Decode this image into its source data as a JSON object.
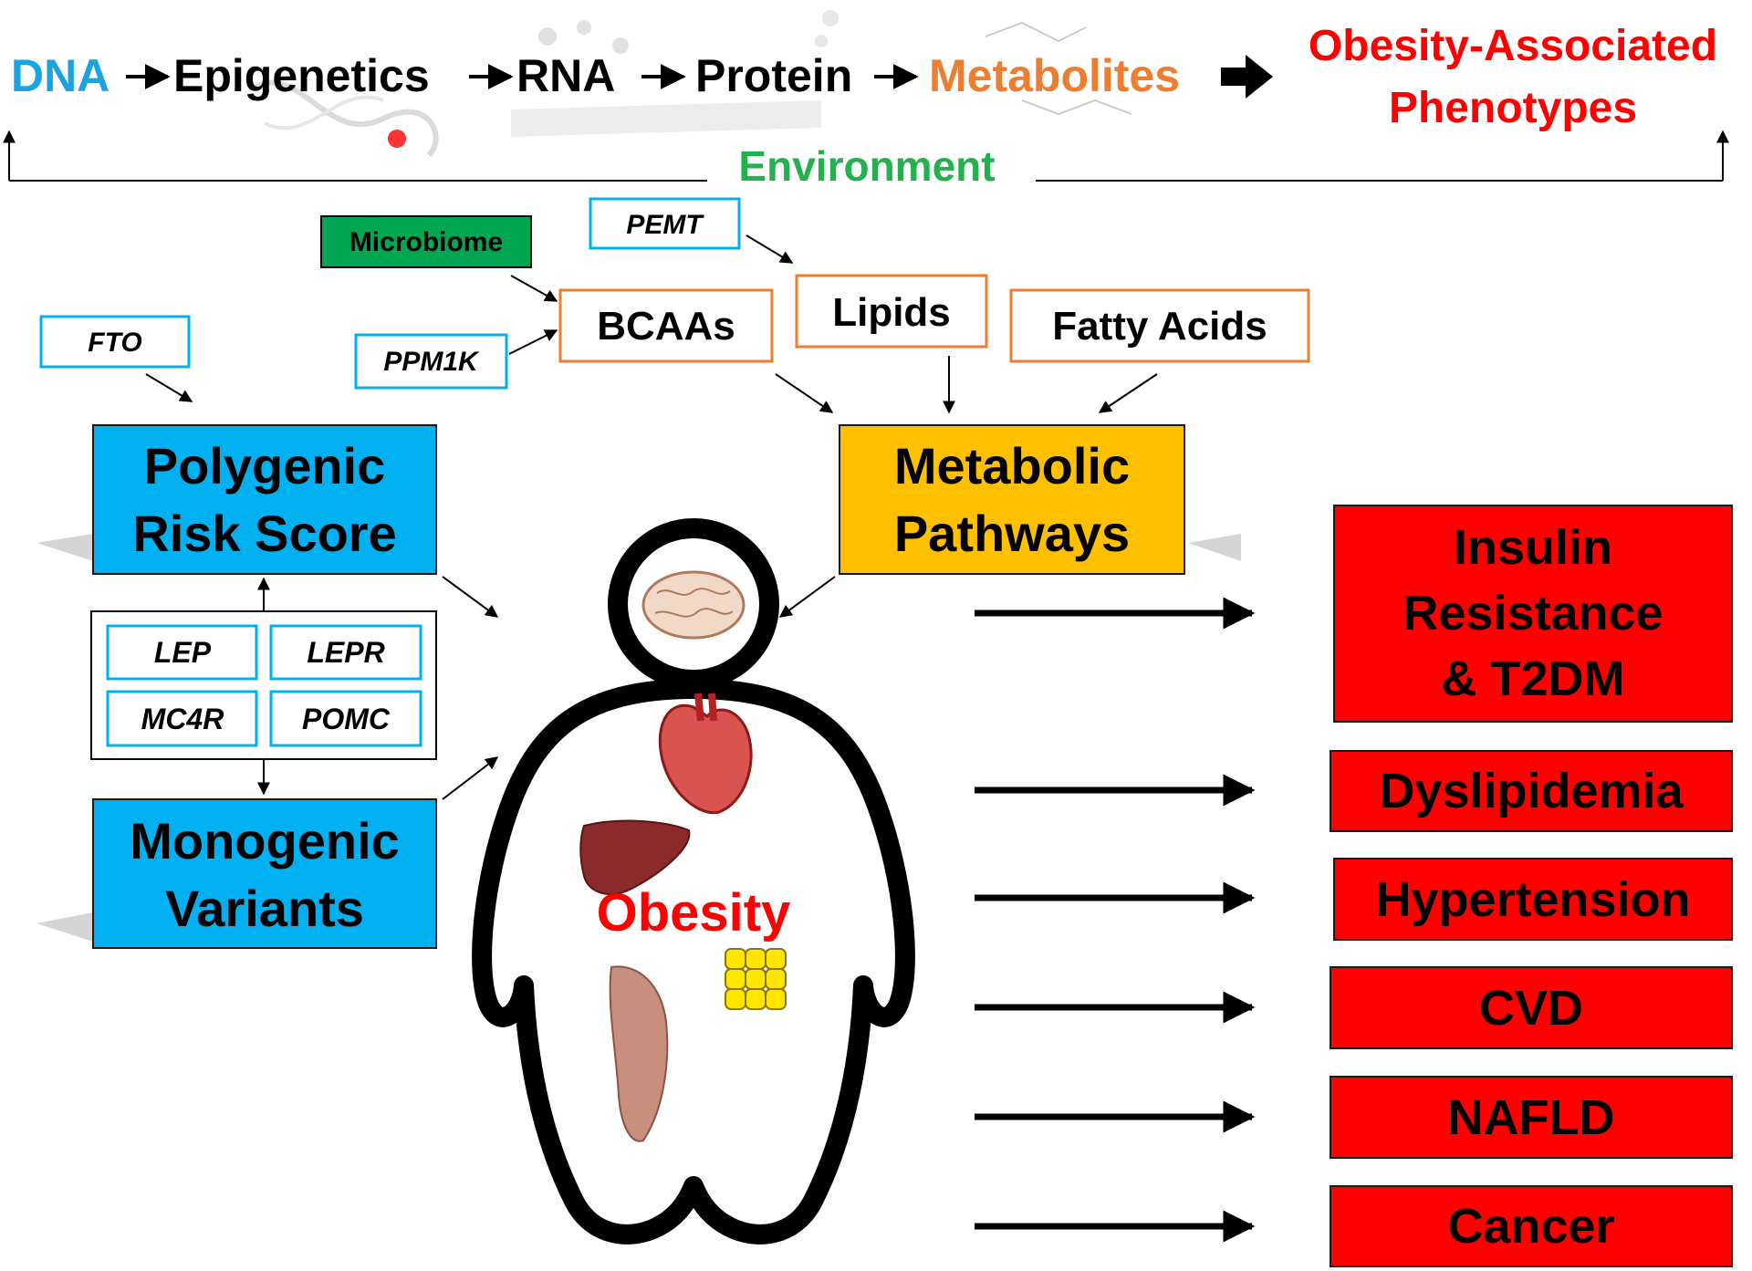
{
  "flow": {
    "steps": [
      "DNA",
      "Epigenetics",
      "RNA",
      "Protein",
      "Metabolites"
    ],
    "outcome_line1": "Obesity-Associated",
    "outcome_line2": "Phenotypes",
    "environment": "Environment"
  },
  "genes": {
    "fto": "FTO",
    "pemt": "PEMT",
    "ppm1k": "PPM1K",
    "lep": "LEP",
    "lepr": "LEPR",
    "mc4r": "MC4R",
    "pomc": "POMC"
  },
  "microbiome": "Microbiome",
  "metabolites": {
    "bcaas": "BCAAs",
    "lipids": "Lipids",
    "fatty_acids": "Fatty Acids"
  },
  "polygenic": {
    "line1": "Polygenic",
    "line2": "Risk Score"
  },
  "monogenic": {
    "line1": "Monogenic",
    "line2": "Variants"
  },
  "metabolic": {
    "line1": "Metabolic",
    "line2": "Pathways"
  },
  "center_label": "Obesity",
  "outcomes": {
    "insulin": {
      "line1": "Insulin",
      "line2": "Resistance",
      "line3": "& T2DM"
    },
    "dyslipidemia": "Dyslipidemia",
    "hypertension": "Hypertension",
    "cvd": "CVD",
    "nafld": "NAFLD",
    "cancer": "Cancer"
  },
  "colors": {
    "dna": "#1aa3e0",
    "metabolites": "#ed7d31",
    "outcome": "#ff0000",
    "environment": "#22b14c",
    "blue_box": "#00b0f0",
    "gene_border": "#00b0f0",
    "metab_border": "#ed7d31",
    "pathway_box": "#ffc000",
    "microbiome_box": "#00a651"
  }
}
